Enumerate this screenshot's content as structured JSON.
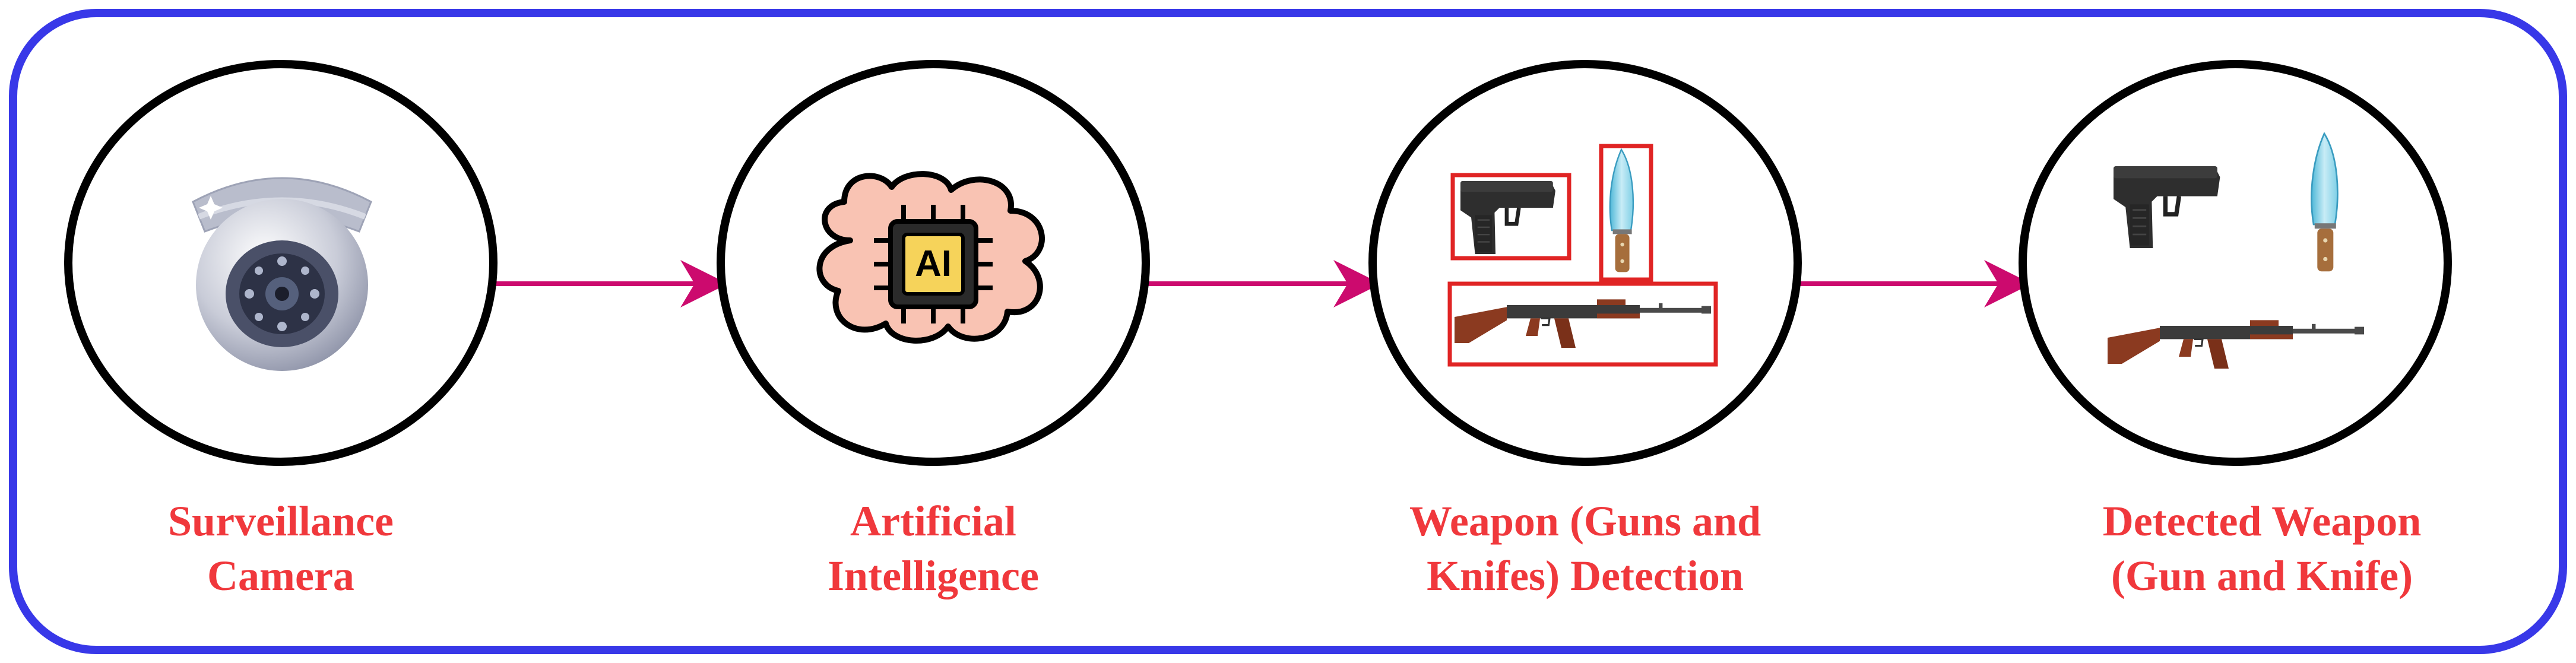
{
  "diagram": {
    "colors": {
      "border": "#3838e8",
      "circle_stroke": "#000000",
      "arrow": "#cc0a6e",
      "label": "#f0383c",
      "detection_box": "#e02424"
    },
    "steps": [
      {
        "id": "surveillance-camera",
        "icon": "security-camera-icon",
        "label_lines": [
          "Surveillance",
          "Camera"
        ]
      },
      {
        "id": "artificial-intelligence",
        "icon": "ai-chip-brain-icon",
        "label_lines": [
          "Artificial",
          "Intelligence"
        ]
      },
      {
        "id": "weapon-detection",
        "icon": "weapon-detection-icon",
        "label_lines": [
          "Weapon (Guns and",
          "Knifes) Detection"
        ]
      },
      {
        "id": "detected-weapon",
        "icon": "detected-weapon-icon",
        "label_lines": [
          "Detected Weapon",
          "(Gun and Knife)"
        ]
      }
    ],
    "chip_text": "AI"
  }
}
